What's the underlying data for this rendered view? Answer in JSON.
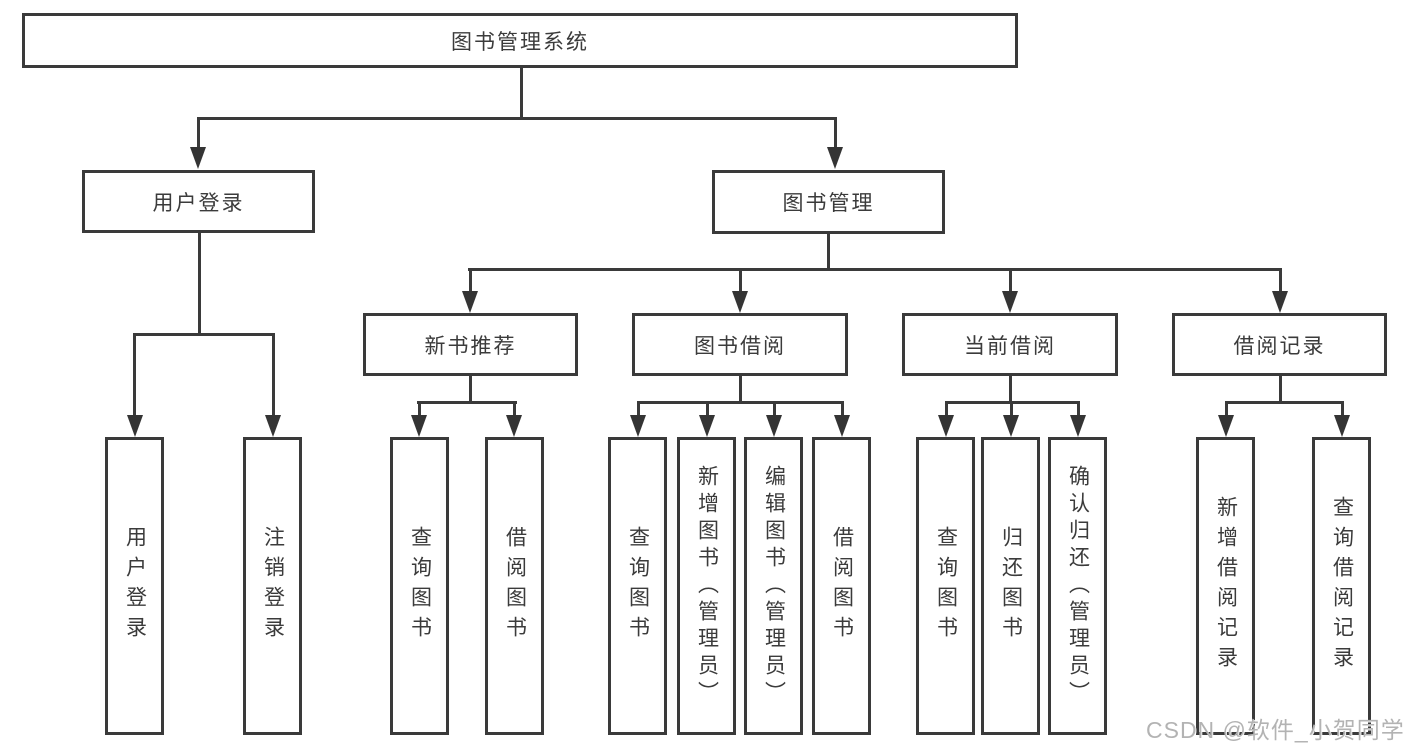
{
  "title": {
    "label": "图书管理系统"
  },
  "branches": [
    {
      "label": "用户登录",
      "children": [
        {
          "label": "用户登录"
        },
        {
          "label": "注销登录"
        }
      ]
    },
    {
      "label": "图书管理",
      "groups": [
        {
          "label": "新书推荐",
          "children": [
            {
              "label": "查询图书"
            },
            {
              "label": "借阅图书"
            }
          ]
        },
        {
          "label": "图书借阅",
          "children": [
            {
              "label": "查询图书"
            },
            {
              "label": "新增图书（管理员）"
            },
            {
              "label": "编辑图书（管理员）"
            },
            {
              "label": "借阅图书"
            }
          ]
        },
        {
          "label": "当前借阅",
          "children": [
            {
              "label": "查询图书"
            },
            {
              "label": "归还图书"
            },
            {
              "label": "确认归还（管理员）"
            }
          ]
        },
        {
          "label": "借阅记录",
          "children": [
            {
              "label": "新增借阅记录"
            },
            {
              "label": "查询借阅记录"
            }
          ]
        }
      ]
    }
  ],
  "watermark": {
    "text": "CSDN @软件_小贺同学"
  },
  "colors": {
    "line": "#3a3a3a",
    "text": "#3b3b3b",
    "watermark": "#b3b3b3",
    "background": "#ffffff"
  }
}
